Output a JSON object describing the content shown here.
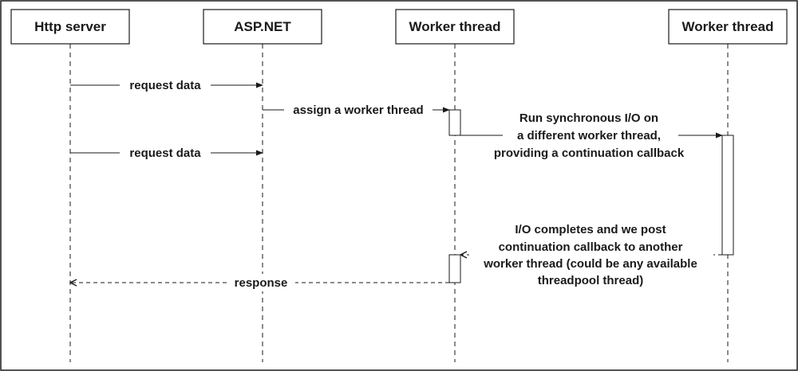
{
  "participants": [
    {
      "id": "http",
      "label": "Http server"
    },
    {
      "id": "aspnet",
      "label": "ASP.NET"
    },
    {
      "id": "worker1",
      "label": "Worker thread"
    },
    {
      "id": "worker2",
      "label": "Worker thread"
    }
  ],
  "messages": [
    {
      "id": "m1",
      "lines": [
        "request data"
      ]
    },
    {
      "id": "m2",
      "lines": [
        "assign a worker thread"
      ]
    },
    {
      "id": "m3",
      "lines": [
        "Run synchronous I/O on",
        "a different worker thread,",
        "providing a continuation callback"
      ]
    },
    {
      "id": "m4",
      "lines": [
        "request data"
      ]
    },
    {
      "id": "m5",
      "lines": [
        "I/O completes and we post",
        "continuation callback to another",
        "worker thread (could be any available",
        "threadpool thread)"
      ]
    },
    {
      "id": "m6",
      "lines": [
        "response"
      ]
    }
  ],
  "colors": {
    "ink": "#1a1a1a",
    "background": "#ffffff"
  }
}
